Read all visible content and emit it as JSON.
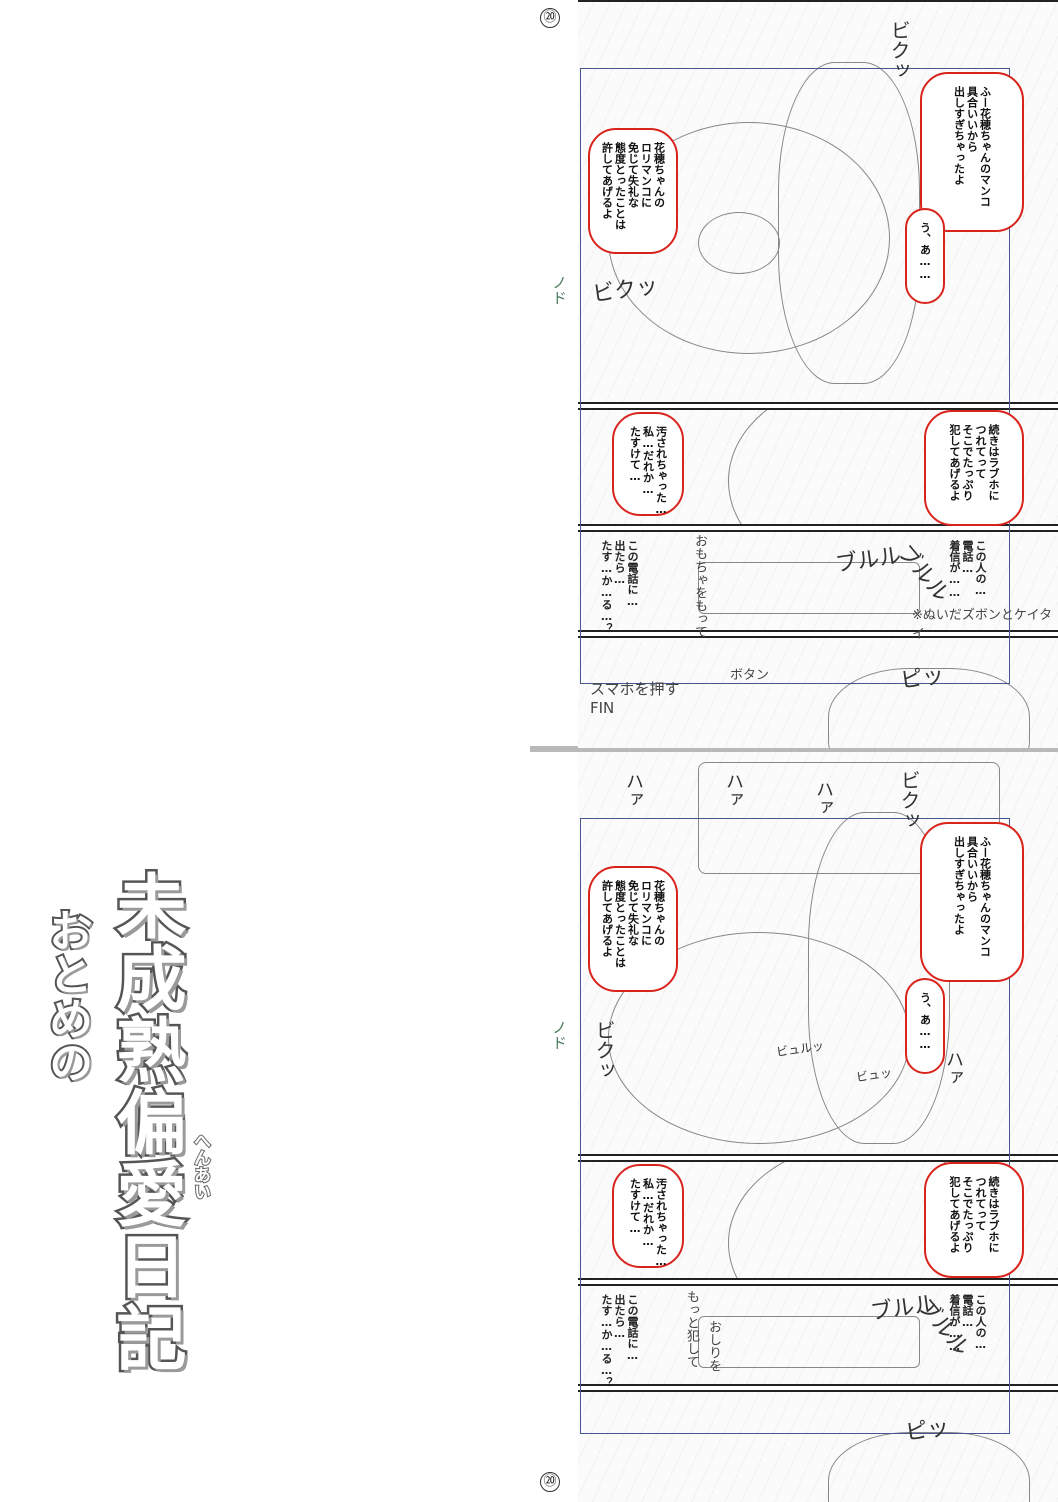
{
  "title": {
    "main": "未成熟",
    "main2": "偏愛日記",
    "sub": "おとめの",
    "ruby": "へんあい"
  },
  "page_number": "⑳",
  "side_note": "ノド",
  "top_page": {
    "bubbles": [
      "ふー花穂ちゃんのマンコ\n具合いいから\n出しすぎちゃったよ",
      "花穂ちゃんの\nロリマンコに\n免じて失礼な\n態度とったことは\n許してあげるよ",
      "う、あ……",
      "続きはラブホに\nつれてって\nそこでたっぷり\n犯してあげるよ",
      "汚されちゃった…\n私…だれか…\nたすけて…"
    ],
    "plain_texts": [
      "この人の…\n電話…\n着信が……",
      "この電話に…\n出たら…\nたす…か…る…？"
    ],
    "sfx": [
      "ビクッ",
      "ビクッ",
      "ブルル",
      "ブルル",
      "ピッ"
    ],
    "hand_notes": [
      "おもちゃをもって",
      "※ぬいだズボンとケイタイ",
      "スマホを押す FIN",
      "ボタン"
    ]
  },
  "bottom_page": {
    "bubbles": [
      "ふー花穂ちゃんのマンコ\n具合いいから\n出しすぎちゃったよ",
      "花穂ちゃんの\nロリマンコに\n免じて失礼な\n態度とったことは\n許してあげるよ",
      "う、あ……",
      "続きはラブホに\nつれてって\nそこでたっぷり\n犯してあげるよ",
      "汚されちゃった…\n私…だれか…\nたすけて…"
    ],
    "plain_texts": [
      "この人の…\n電話…\n着信が……",
      "この電話に…\n出たら…\nたす…か…る…？"
    ],
    "sfx": [
      "ハァ",
      "ハァ",
      "ハァ",
      "ビクッ",
      "ビクッ",
      "ハァ",
      "ビュルッ",
      "ビュッ",
      "ブルル",
      "ブルル",
      "ピッ"
    ],
    "hand_notes": [
      "もっと犯して",
      "おしりを"
    ]
  }
}
